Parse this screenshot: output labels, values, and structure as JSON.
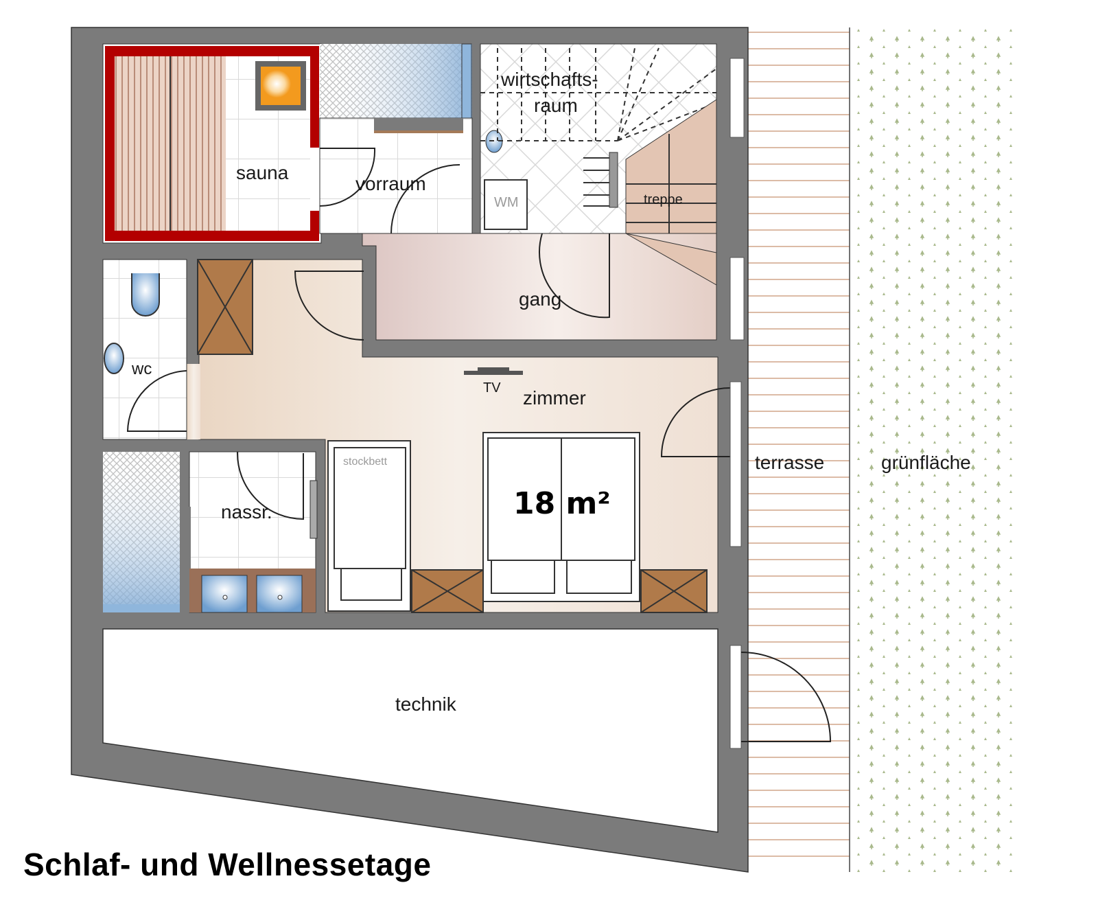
{
  "title": "Schlaf- und Wellnessetage",
  "rooms": {
    "sauna": "sauna",
    "vorraum": "vorraum",
    "wirtschaftsraum_line1": "wirtschafts-",
    "wirtschaftsraum_line2": "raum",
    "treppe": "treppe",
    "gang": "gang",
    "wc": "wc",
    "zimmer": "zimmer",
    "nassraum": "nassr.",
    "technik": "technik",
    "terrasse": "terrasse",
    "gruenflaeche": "grünfläche"
  },
  "fixtures": {
    "washing_machine": "WM",
    "tv": "TV",
    "bunk_bed": "stockbett"
  },
  "area": "18 m²",
  "colors": {
    "wall": "#7b7b7b",
    "sauna_wall": "#b30000",
    "sauna_bench": "#e8cdbf",
    "stove": "#f39a1e",
    "floor_warm": "#ecdccd",
    "gang_floor": "#e4d1cc",
    "stairs": "#e3c5b3",
    "wardrobe": "#b07a4a",
    "sanitary_blue": "#8fb6dc",
    "terrace_line": "#d6b19a",
    "grass_dot": "#a8b88a"
  }
}
